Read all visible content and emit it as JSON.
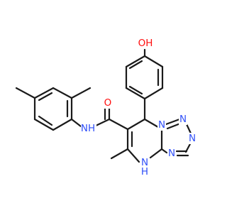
{
  "molecule": {
    "atom_labels": {
      "hydroxyl": "OH",
      "carbonyl_oxygen": "O",
      "amide_nh": "NH",
      "ring_nh": "N",
      "ring_nh_h": "H",
      "bridge_n": "N",
      "triazole_n_top": "N",
      "triazole_n_right": "N",
      "triazole_n_bottom": "N"
    },
    "colors": {
      "bond": "#1a1a1a",
      "oxygen": "#ff0d0d",
      "nitrogen": "#3050f8"
    }
  }
}
